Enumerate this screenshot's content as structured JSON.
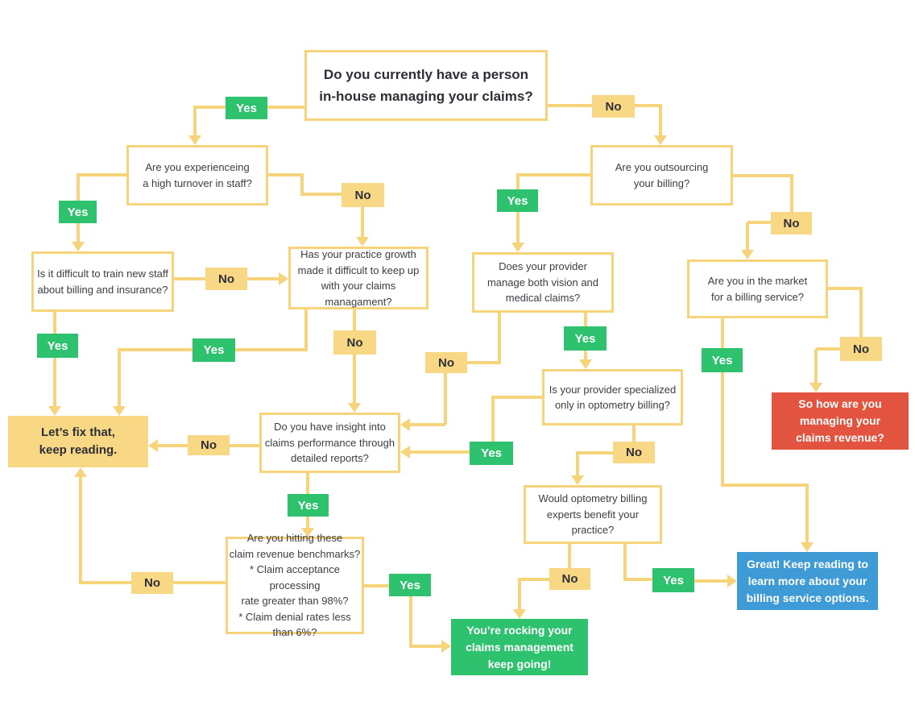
{
  "title": "Claims management decision flowchart",
  "colors": {
    "line_yellow": "#F6D47C",
    "label_no_bg": "#F8D884",
    "label_yes_bg": "#2EC26F",
    "result_red": "#E2543F",
    "result_blue": "#3E9BD6",
    "result_green": "#2EC26F",
    "result_yellow": "#F8D884",
    "text_dark": "#2E2E38"
  },
  "questions": [
    {
      "id": "start",
      "text": "Do you currently have a person\nin-house managing your claims?"
    },
    {
      "id": "turnover",
      "text": "Are you experienceing\na high turnover in staff?"
    },
    {
      "id": "outsourcing",
      "text": "Are you outsourcing\nyour billing?"
    },
    {
      "id": "train",
      "text": "Is it difficult to train new staff\nabout billing and insurance?"
    },
    {
      "id": "growth",
      "text": "Has your practice growth\nmade it difficult to keep up\nwith your claims\nmanagament?"
    },
    {
      "id": "provider",
      "text": "Does your provider\nmanage both vision and\nmedical claims?"
    },
    {
      "id": "market",
      "text": "Are you in the market\nfor a billing service?"
    },
    {
      "id": "specialized",
      "text": "Is your provider specialized\nonly in optometry billing?"
    },
    {
      "id": "insight",
      "text": "Do you have insight into\nclaims performance through\ndetailed reports?"
    },
    {
      "id": "optometry",
      "text": "Would optometry billing\nexperts benefit your\npractice?"
    },
    {
      "id": "benchmarks",
      "text": "Are you hitting these\nclaim revenue benchmarks?\n* Claim acceptance processing\nrate greater than 98%?\n* Claim denial rates less\nthan 6%?"
    }
  ],
  "results": [
    {
      "id": "fix",
      "style": "yellow",
      "text": "Let’s fix that,\nkeep reading."
    },
    {
      "id": "revenue",
      "style": "red",
      "text": "So how are you\nmanaging your\nclaims revenue?"
    },
    {
      "id": "rocking",
      "style": "green",
      "text": "You’re rocking your\nclaims management\nkeep going!"
    },
    {
      "id": "great",
      "style": "blue",
      "text": "Great! Keep reading to\nlearn more about your\nbilling service options."
    }
  ],
  "labels": [
    {
      "id": "yes-start",
      "kind": "yes",
      "text": "Yes"
    },
    {
      "id": "no-start",
      "kind": "no",
      "text": "No"
    },
    {
      "id": "yes-turnover",
      "kind": "yes",
      "text": "Yes"
    },
    {
      "id": "no-turnover",
      "kind": "no",
      "text": "No"
    },
    {
      "id": "yes-outsourcing",
      "kind": "yes",
      "text": "Yes"
    },
    {
      "id": "no-outsourcing",
      "kind": "no",
      "text": "No"
    },
    {
      "id": "no-train",
      "kind": "no",
      "text": "No"
    },
    {
      "id": "yes-train",
      "kind": "yes",
      "text": "Yes"
    },
    {
      "id": "yes-growth",
      "kind": "yes",
      "text": "Yes"
    },
    {
      "id": "no-growth",
      "kind": "no",
      "text": "No"
    },
    {
      "id": "yes-provider",
      "kind": "yes",
      "text": "Yes"
    },
    {
      "id": "no-provider",
      "kind": "no",
      "text": "No"
    },
    {
      "id": "yes-market",
      "kind": "yes",
      "text": "Yes"
    },
    {
      "id": "no-market",
      "kind": "no",
      "text": "No"
    },
    {
      "id": "yes-specialized",
      "kind": "yes",
      "text": "Yes"
    },
    {
      "id": "no-specialized",
      "kind": "no",
      "text": "No"
    },
    {
      "id": "no-insight",
      "kind": "no",
      "text": "No"
    },
    {
      "id": "yes-insight",
      "kind": "yes",
      "text": "Yes"
    },
    {
      "id": "no-optometry",
      "kind": "no",
      "text": "No"
    },
    {
      "id": "yes-optometry",
      "kind": "yes",
      "text": "Yes"
    },
    {
      "id": "no-benchmarks",
      "kind": "no",
      "text": "No"
    },
    {
      "id": "yes-benchmarks",
      "kind": "yes",
      "text": "Yes"
    }
  ]
}
